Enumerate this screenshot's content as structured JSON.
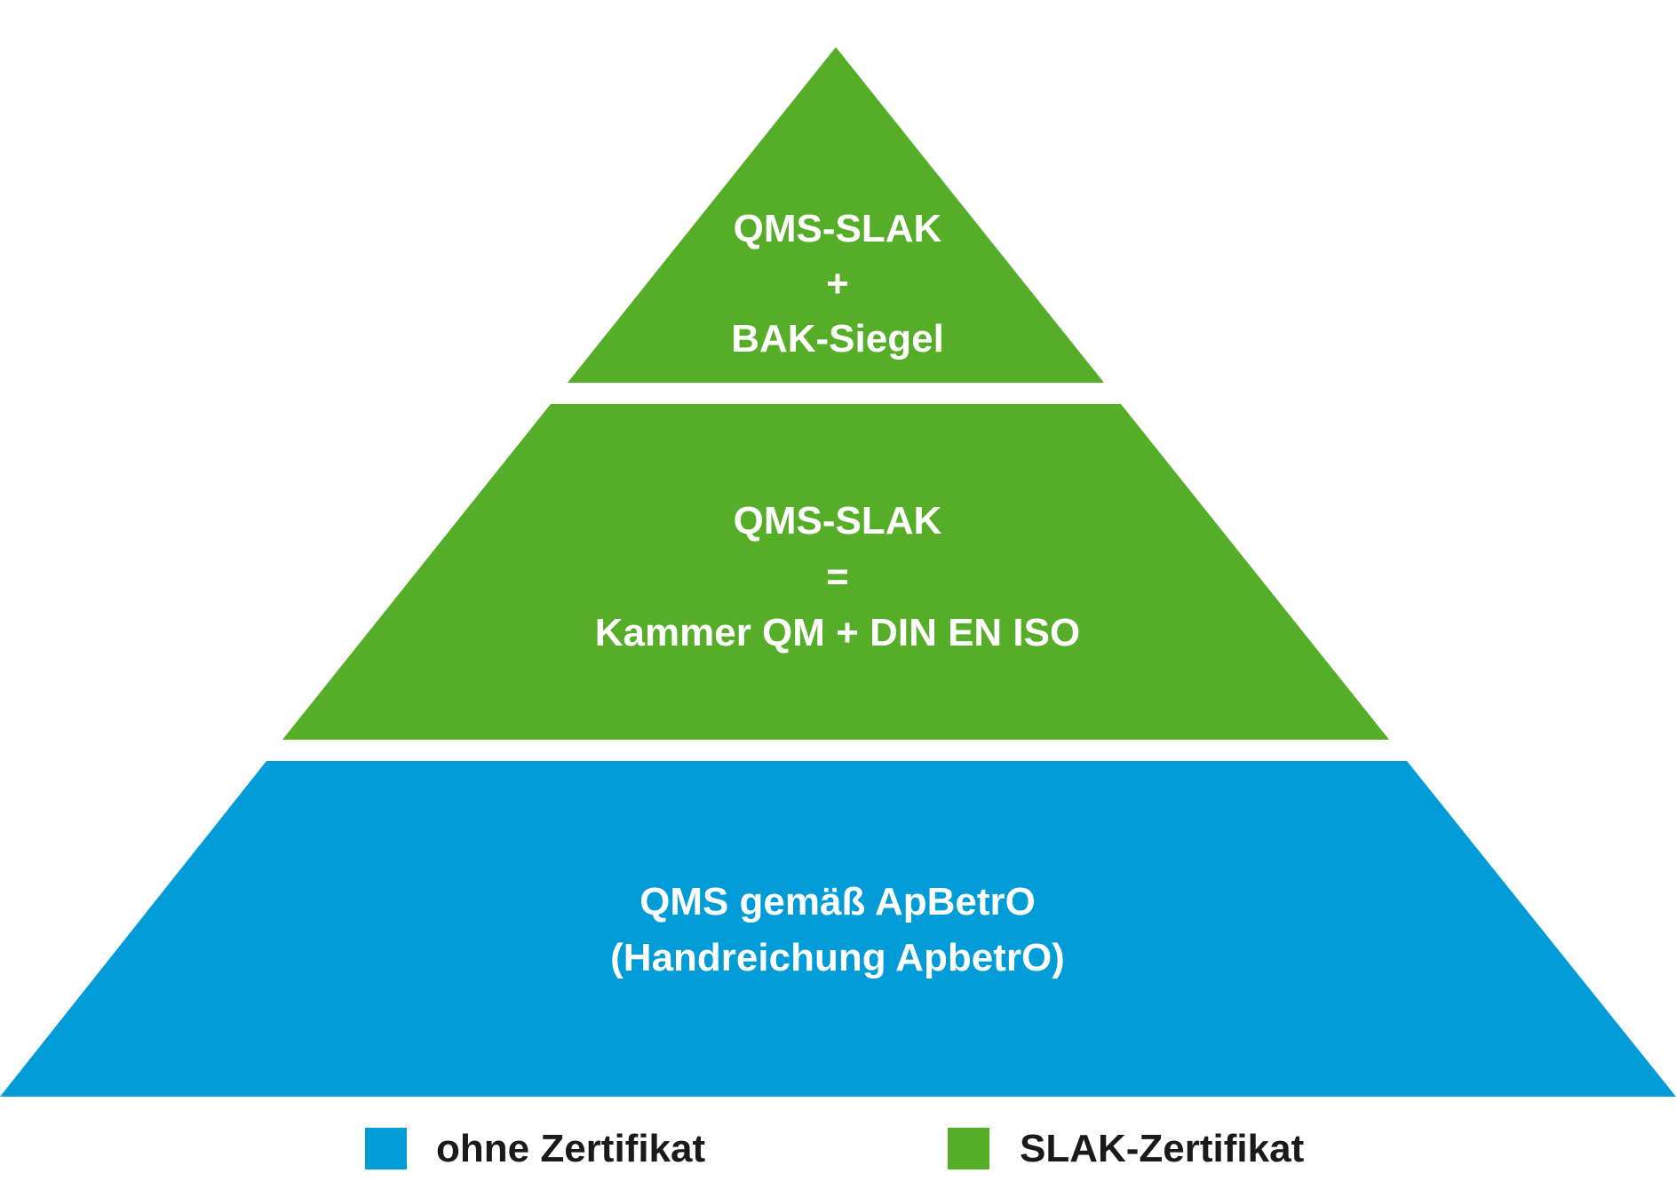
{
  "colors": {
    "green": "#56ad28",
    "blue": "#009cd8",
    "white": "#ffffff",
    "legend_text": "#1a1a1a"
  },
  "pyramid": {
    "tiers": [
      {
        "id": "top",
        "color_key": "green",
        "lines": [
          "QMS-SLAK",
          "+",
          "BAK-Siegel"
        ]
      },
      {
        "id": "middle",
        "color_key": "green",
        "lines": [
          "QMS-SLAK",
          "=",
          "Kammer QM + DIN EN ISO"
        ]
      },
      {
        "id": "bottom",
        "color_key": "blue",
        "lines": [
          "QMS gemäß ApBetrO",
          "(Handreichung ApbetrO)"
        ]
      }
    ]
  },
  "legend": {
    "items": [
      {
        "color_key": "blue",
        "label": "ohne Zertifikat"
      },
      {
        "color_key": "green",
        "label": "SLAK-Zertifikat"
      }
    ]
  }
}
